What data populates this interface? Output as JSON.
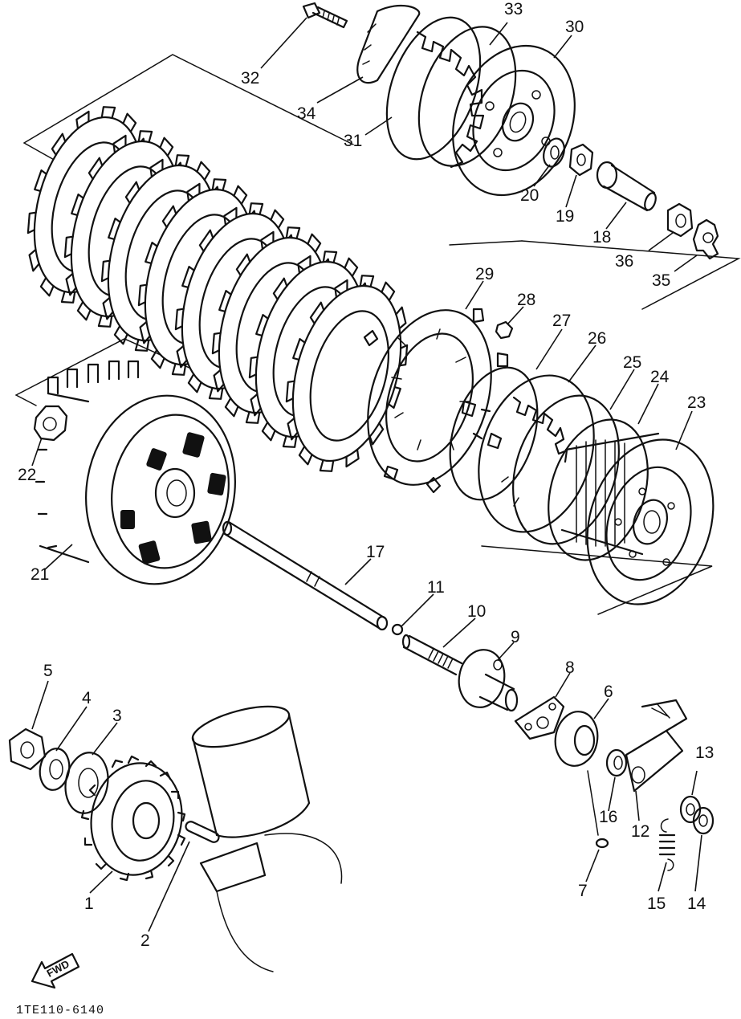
{
  "drawing_code": "1TE110-6140",
  "direction_marker": "FWD",
  "callouts": [
    {
      "id": "c1",
      "num": "1"
    },
    {
      "id": "c2",
      "num": "2"
    },
    {
      "id": "c3",
      "num": "3"
    },
    {
      "id": "c4",
      "num": "4"
    },
    {
      "id": "c5",
      "num": "5"
    },
    {
      "id": "c6",
      "num": "6"
    },
    {
      "id": "c7",
      "num": "7"
    },
    {
      "id": "c8",
      "num": "8"
    },
    {
      "id": "c9",
      "num": "9"
    },
    {
      "id": "c10",
      "num": "10"
    },
    {
      "id": "c11",
      "num": "11"
    },
    {
      "id": "c12",
      "num": "12"
    },
    {
      "id": "c13",
      "num": "13"
    },
    {
      "id": "c14",
      "num": "14"
    },
    {
      "id": "c15",
      "num": "15"
    },
    {
      "id": "c16",
      "num": "16"
    },
    {
      "id": "c17",
      "num": "17"
    },
    {
      "id": "c18",
      "num": "18"
    },
    {
      "id": "c19",
      "num": "19"
    },
    {
      "id": "c20",
      "num": "20"
    },
    {
      "id": "c21",
      "num": "21"
    },
    {
      "id": "c22",
      "num": "22"
    },
    {
      "id": "c23",
      "num": "23"
    },
    {
      "id": "c24",
      "num": "24"
    },
    {
      "id": "c25",
      "num": "25"
    },
    {
      "id": "c26",
      "num": "26"
    },
    {
      "id": "c27",
      "num": "27"
    },
    {
      "id": "c28",
      "num": "28"
    },
    {
      "id": "c29",
      "num": "29"
    },
    {
      "id": "c30",
      "num": "30"
    },
    {
      "id": "c31",
      "num": "31"
    },
    {
      "id": "c32",
      "num": "32"
    },
    {
      "id": "c33",
      "num": "33"
    },
    {
      "id": "c34",
      "num": "34"
    },
    {
      "id": "c35",
      "num": "35"
    },
    {
      "id": "c36",
      "num": "36"
    }
  ]
}
